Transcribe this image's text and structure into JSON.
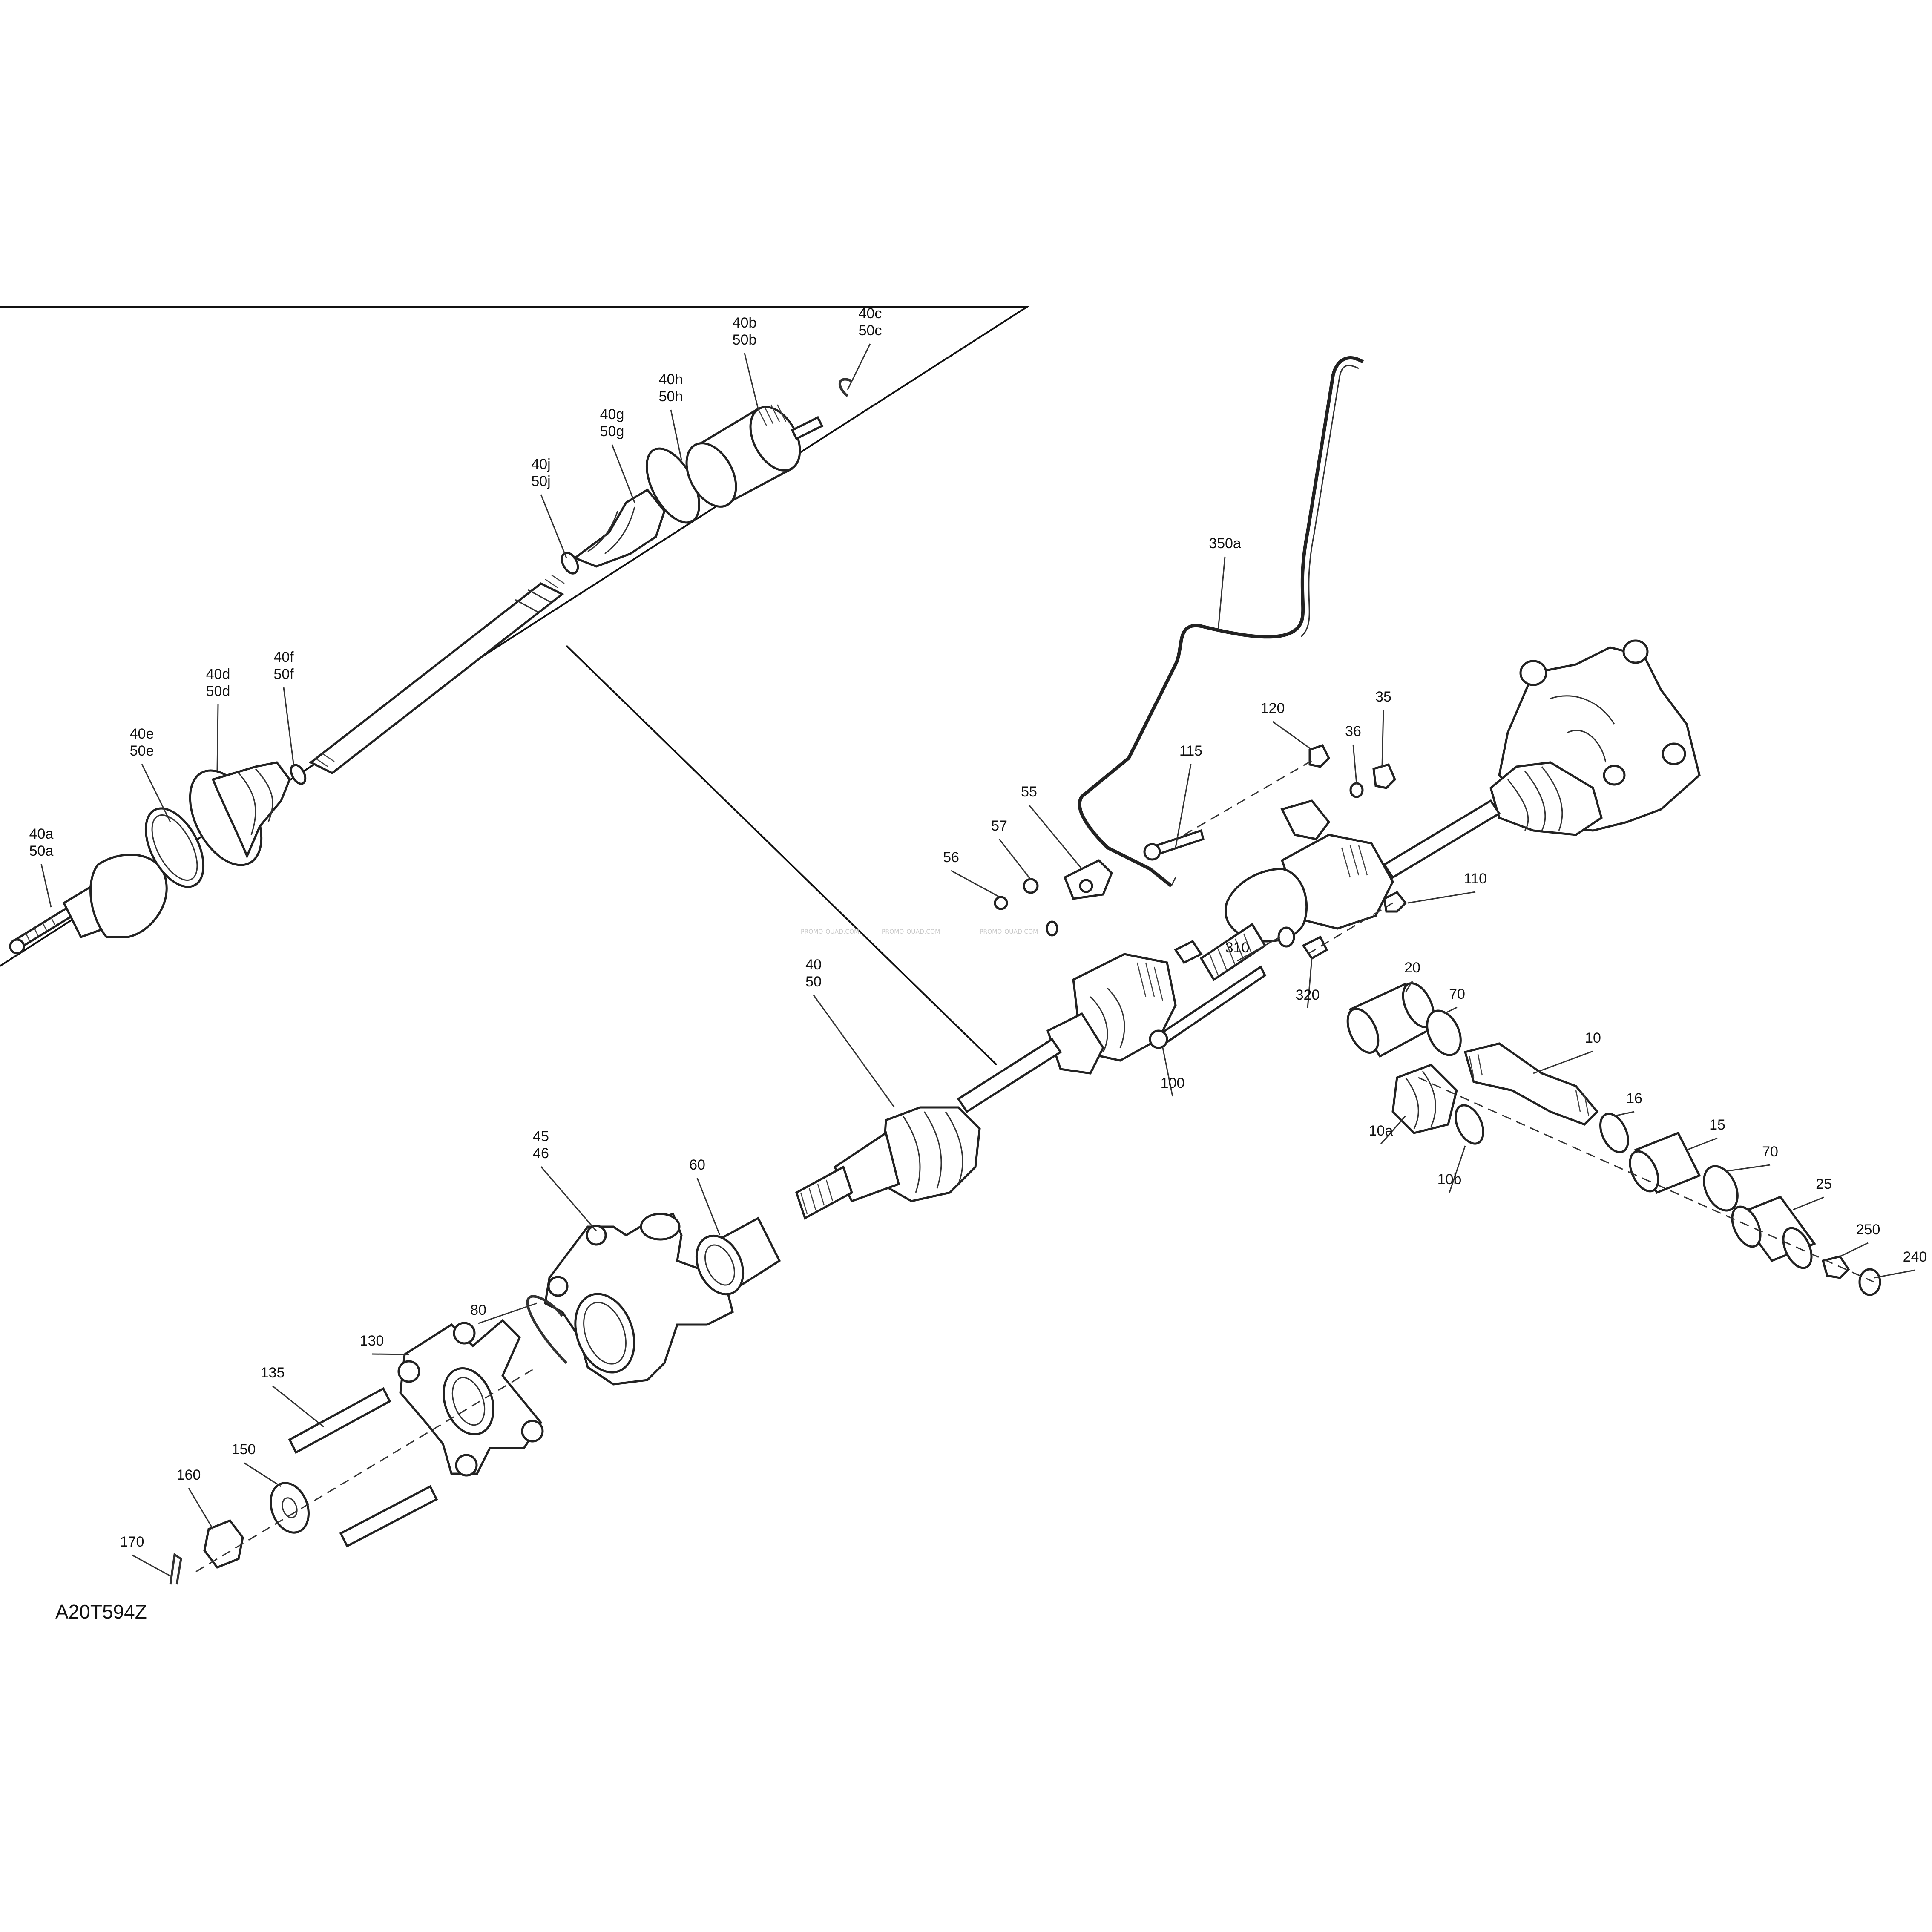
{
  "diagram_id": "A20T594Z",
  "watermarks": [
    "PROMO-QUAD.COM",
    "PROMO-QUAD.COM",
    "PROMO-QUAD.COM"
  ],
  "callouts": [
    {
      "id": "40b",
      "lines": [
        "40b",
        "50b"
      ]
    },
    {
      "id": "40c",
      "lines": [
        "40c",
        "50c"
      ]
    },
    {
      "id": "40h",
      "lines": [
        "40h",
        "50h"
      ]
    },
    {
      "id": "40g",
      "lines": [
        "40g",
        "50g"
      ]
    },
    {
      "id": "40j",
      "lines": [
        "40j",
        "50j"
      ]
    },
    {
      "id": "40f",
      "lines": [
        "40f",
        "50f"
      ]
    },
    {
      "id": "40d",
      "lines": [
        "40d",
        "50d"
      ]
    },
    {
      "id": "40e",
      "lines": [
        "40e",
        "50e"
      ]
    },
    {
      "id": "40a",
      "lines": [
        "40a",
        "50a"
      ]
    },
    {
      "id": "350a",
      "lines": [
        "350a"
      ]
    },
    {
      "id": "120",
      "lines": [
        "120"
      ]
    },
    {
      "id": "35",
      "lines": [
        "35"
      ]
    },
    {
      "id": "36",
      "lines": [
        "36"
      ]
    },
    {
      "id": "115",
      "lines": [
        "115"
      ]
    },
    {
      "id": "55",
      "lines": [
        "55"
      ]
    },
    {
      "id": "57",
      "lines": [
        "57"
      ]
    },
    {
      "id": "56",
      "lines": [
        "56"
      ]
    },
    {
      "id": "110",
      "lines": [
        "110"
      ]
    },
    {
      "id": "310",
      "lines": [
        "310"
      ]
    },
    {
      "id": "320",
      "lines": [
        "320"
      ]
    },
    {
      "id": "20",
      "lines": [
        "20"
      ]
    },
    {
      "id": "70a",
      "lines": [
        "70"
      ]
    },
    {
      "id": "10",
      "lines": [
        "10"
      ]
    },
    {
      "id": "100",
      "lines": [
        "100"
      ]
    },
    {
      "id": "10a",
      "lines": [
        "10a"
      ]
    },
    {
      "id": "10b",
      "lines": [
        "10b"
      ]
    },
    {
      "id": "16",
      "lines": [
        "16"
      ]
    },
    {
      "id": "15",
      "lines": [
        "15"
      ]
    },
    {
      "id": "70b",
      "lines": [
        "70"
      ]
    },
    {
      "id": "25",
      "lines": [
        "25"
      ]
    },
    {
      "id": "250",
      "lines": [
        "250"
      ]
    },
    {
      "id": "240",
      "lines": [
        "240"
      ]
    },
    {
      "id": "40",
      "lines": [
        "40",
        "50"
      ]
    },
    {
      "id": "45",
      "lines": [
        "45",
        "46"
      ]
    },
    {
      "id": "60",
      "lines": [
        "60"
      ]
    },
    {
      "id": "80",
      "lines": [
        "80"
      ]
    },
    {
      "id": "130",
      "lines": [
        "130"
      ]
    },
    {
      "id": "135",
      "lines": [
        "135"
      ]
    },
    {
      "id": "150",
      "lines": [
        "150"
      ]
    },
    {
      "id": "160",
      "lines": [
        "160"
      ]
    },
    {
      "id": "170",
      "lines": [
        "170"
      ]
    }
  ]
}
